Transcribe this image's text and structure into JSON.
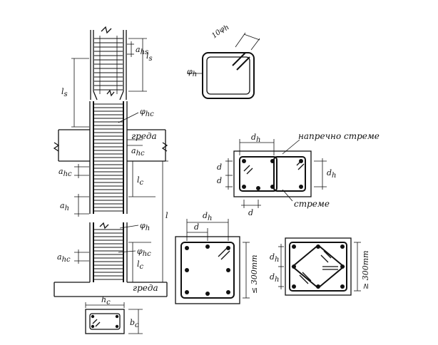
{
  "labels": {
    "col_top_spacing": "a",
    "col_top_spacing_sub": "hs",
    "col_top_length": "l",
    "col_top_length_sub": "s",
    "col_left_length": "l",
    "col_left_length_sub": "s",
    "phi_hc_upper": "φ",
    "phi_hc_upper_sub": "hc",
    "beam_upper": "греда",
    "a_hc_right": "a",
    "a_hc_right_sub": "hc",
    "a_hc_left": "a",
    "a_hc_left_sub": "hc",
    "l_c_upper": "l",
    "l_c_upper_sub": "c",
    "a_h": "a",
    "a_h_sub": "h",
    "l_total": "l",
    "phi_h_lower": "φ",
    "phi_h_lower_sub": "h",
    "phi_hc_lower": "φ",
    "phi_hc_lower_sub": "hc",
    "a_hc_lower": "a",
    "a_hc_lower_sub": "hc",
    "l_c_lower": "l",
    "l_c_lower_sub": "c",
    "beam_lower": "греда",
    "h_c": "h",
    "h_c_sub": "c",
    "b_c": "b",
    "b_c_sub": "c",
    "hook_10": "10φ",
    "hook_10_sub": "h",
    "phi_h_detail": "φ",
    "phi_h_detail_sub": "h",
    "d_h_mid": "d",
    "d_h_mid_sub": "h",
    "cross_tie": "напречно стреме",
    "d_1": "d",
    "d_2": "d",
    "d_3": "d",
    "d_h_right": "d",
    "d_h_right_sub": "h",
    "stirrup": "стреме",
    "d_h_sq": "d",
    "d_h_sq_sub": "h",
    "d_sq": "d",
    "dim_300_sq": "≤ 300mm",
    "d_h_r1": "d",
    "d_h_r1_sub": "h",
    "d_h_r2": "d",
    "d_h_r2_sub": "h",
    "dim_300_r": "≥ 300mm"
  }
}
